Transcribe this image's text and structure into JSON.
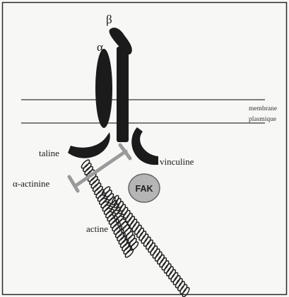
{
  "labels": {
    "beta": "β",
    "alpha": "α",
    "membrane_line1": "membrane",
    "membrane_line2": "plasmique",
    "taline": "taline",
    "vinculine": "vinculine",
    "alpha_actinine": "α-actinine",
    "fak": "FAK",
    "actine": "actine"
  },
  "colors": {
    "background": "#f7f7f5",
    "frame": "#2a2a2a",
    "membrane": "#555555",
    "protein_dark": "#1b1b1b",
    "actinine_bar": "#9a9a9a",
    "fak_fill": "#b5b5b5"
  }
}
